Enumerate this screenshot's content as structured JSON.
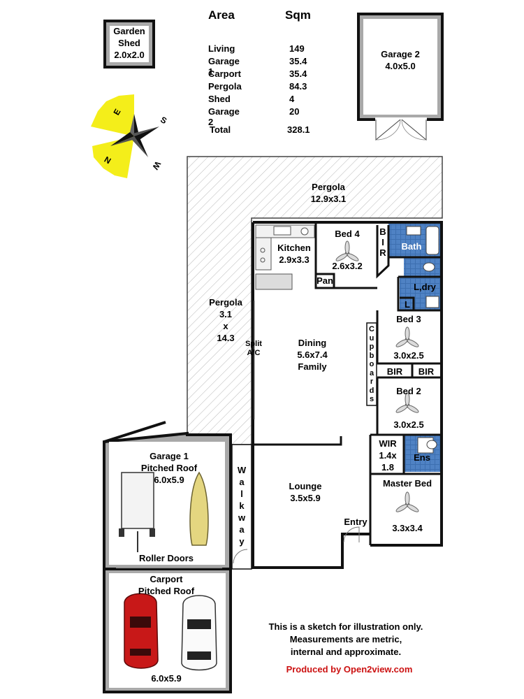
{
  "area_table": {
    "header_area": "Area",
    "header_sqm": "Sqm",
    "rows": [
      {
        "name": "Living",
        "sqm": "149"
      },
      {
        "name": "Garage 1",
        "sqm": "35.4"
      },
      {
        "name": "Carport",
        "sqm": "35.4"
      },
      {
        "name": "Pergola",
        "sqm": "84.3"
      },
      {
        "name": "Shed",
        "sqm": "4"
      },
      {
        "name": "Garage 2",
        "sqm": "20"
      }
    ],
    "total_label": "Total",
    "total_sqm": "328.1"
  },
  "compass": {
    "n": "N",
    "s": "S",
    "e": "E",
    "w": "W"
  },
  "rooms": {
    "garden_shed": {
      "name": "Garden\nShed",
      "size": "2.0x2.0"
    },
    "garage2": {
      "name": "Garage 2",
      "size": "4.0x5.0"
    },
    "pergola_top": {
      "name": "Pergola",
      "size": "12.9x3.1"
    },
    "pergola_side": {
      "name": "Pergola\n3.1\nx\n14.3"
    },
    "kitchen": {
      "name": "Kitchen",
      "size": "2.9x3.3"
    },
    "bed4": {
      "name": "Bed 4",
      "size": "2.6x3.2"
    },
    "bir_top": {
      "name": "B\nI\nR"
    },
    "bath": {
      "name": "Bath"
    },
    "pan": {
      "name": "Pan"
    },
    "laundry": {
      "name": "L,dry"
    },
    "laundry_l": {
      "name": "L"
    },
    "bed3": {
      "name": "Bed 3",
      "size": "3.0x2.5"
    },
    "cupboards": {
      "name": "C\nu\np\nb\no\na\nr\nd\ns"
    },
    "bir_left": {
      "name": "BIR"
    },
    "bir_right": {
      "name": "BIR"
    },
    "bed2": {
      "name": "Bed 2",
      "size": "3.0x2.5"
    },
    "split_ac": {
      "name": "Split\nA/C"
    },
    "dining": {
      "name": "Dining",
      "size": "5.6x7.4",
      "extra": "Family"
    },
    "garage1": {
      "name": "Garage 1",
      "extra": "Pitched Roof",
      "size": "6.0x5.9"
    },
    "walkway": {
      "name": "W\na\nl\nk\nw\na\ny"
    },
    "lounge": {
      "name": "Lounge",
      "size": "3.5x5.9"
    },
    "entry": {
      "name": "Entry"
    },
    "wir": {
      "name": "WIR",
      "size": "1.4x\n1.8"
    },
    "ens": {
      "name": "Ens"
    },
    "master_bed": {
      "name": "Master Bed",
      "size": "3.3x3.4"
    },
    "roller_doors": {
      "name": "Roller Doors"
    },
    "carport": {
      "name": "Carport",
      "extra": "Pitched Roof",
      "size": "6.0x5.9"
    }
  },
  "notes": {
    "line1": "This is a sketch for illustration only.",
    "line2": "Measurements are metric,",
    "line3": "internal and approximate."
  },
  "produced_by": "Produced by Open2view.com",
  "colors": {
    "garage_grey": "#a9a9a9",
    "wet_area_blue": "#3d6fb0",
    "produced_red": "#cc1111",
    "car_red": "#c81818",
    "compass_yellow": "#f4ee1a"
  }
}
